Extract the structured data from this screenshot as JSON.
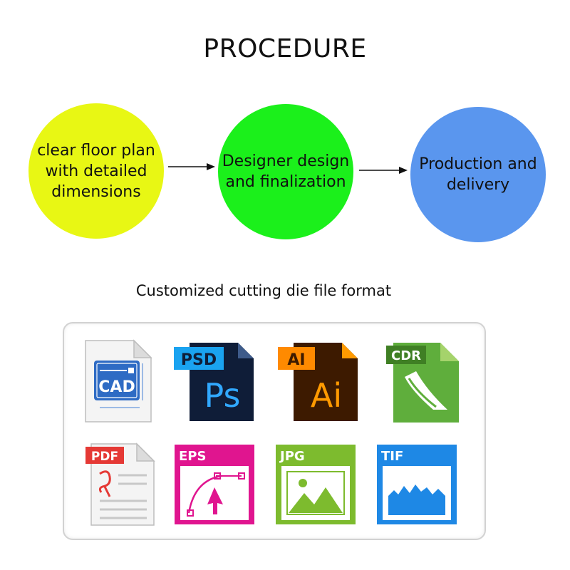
{
  "title": "PROCEDURE",
  "steps": [
    {
      "label": "clear floor plan\nwith detailed\ndimensions",
      "color": "#e8f714"
    },
    {
      "label": "Designer design\nand finalization",
      "color": "#1bf01b"
    },
    {
      "label": "Production and\ndelivery",
      "color": "#5a96ee"
    }
  ],
  "subtitle": "Customized cutting die file format",
  "formats": [
    {
      "tag": "CAD",
      "icon": "cad-file-icon",
      "color": "#2e6bc4"
    },
    {
      "tag": "PSD",
      "mark": "Ps",
      "icon": "psd-file-icon",
      "color": "#00a2e8"
    },
    {
      "tag": "AI",
      "mark": "Ai",
      "icon": "ai-file-icon",
      "color": "#f7931e"
    },
    {
      "tag": "CDR",
      "icon": "cdr-file-icon",
      "color": "#4caf50"
    },
    {
      "tag": "PDF",
      "icon": "pdf-file-icon",
      "color": "#e53935"
    },
    {
      "tag": "EPS",
      "icon": "eps-file-icon",
      "color": "#e0158f"
    },
    {
      "tag": "JPG",
      "icon": "jpg-file-icon",
      "color": "#7dbb2e"
    },
    {
      "tag": "TIF",
      "icon": "tif-file-icon",
      "color": "#1e88e5"
    }
  ]
}
